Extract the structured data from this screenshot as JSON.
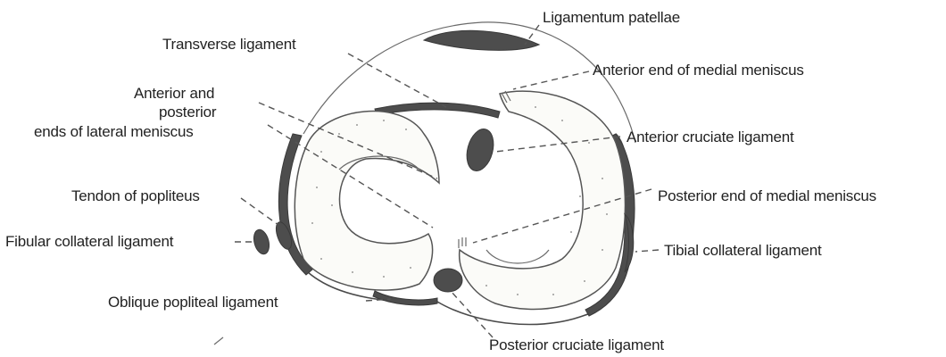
{
  "labels": {
    "ligamentum_patellae": "Ligamentum patellae",
    "transverse_ligament": "Transverse ligament",
    "anterior_end_medial_meniscus": "Anterior end of medial meniscus",
    "anterior_and": "Anterior and",
    "posterior": "posterior",
    "ends_lateral_meniscus": "ends of lateral meniscus",
    "anterior_cruciate": "Anterior cruciate ligament",
    "tendon_popliteus": "Tendon of popliteus",
    "posterior_end_medial_meniscus": "Posterior end of medial meniscus",
    "fibular_collateral": "Fibular collateral ligament",
    "tibial_collateral": "Tibial collateral ligament",
    "oblique_popliteal": "Oblique popliteal ligament",
    "posterior_cruciate": "Posterior cruciate ligament"
  },
  "colors": {
    "ligament_fill": "#4d4d4d",
    "meniscus_fill": "#fbfbf8",
    "outline": "#4a4a4a"
  }
}
